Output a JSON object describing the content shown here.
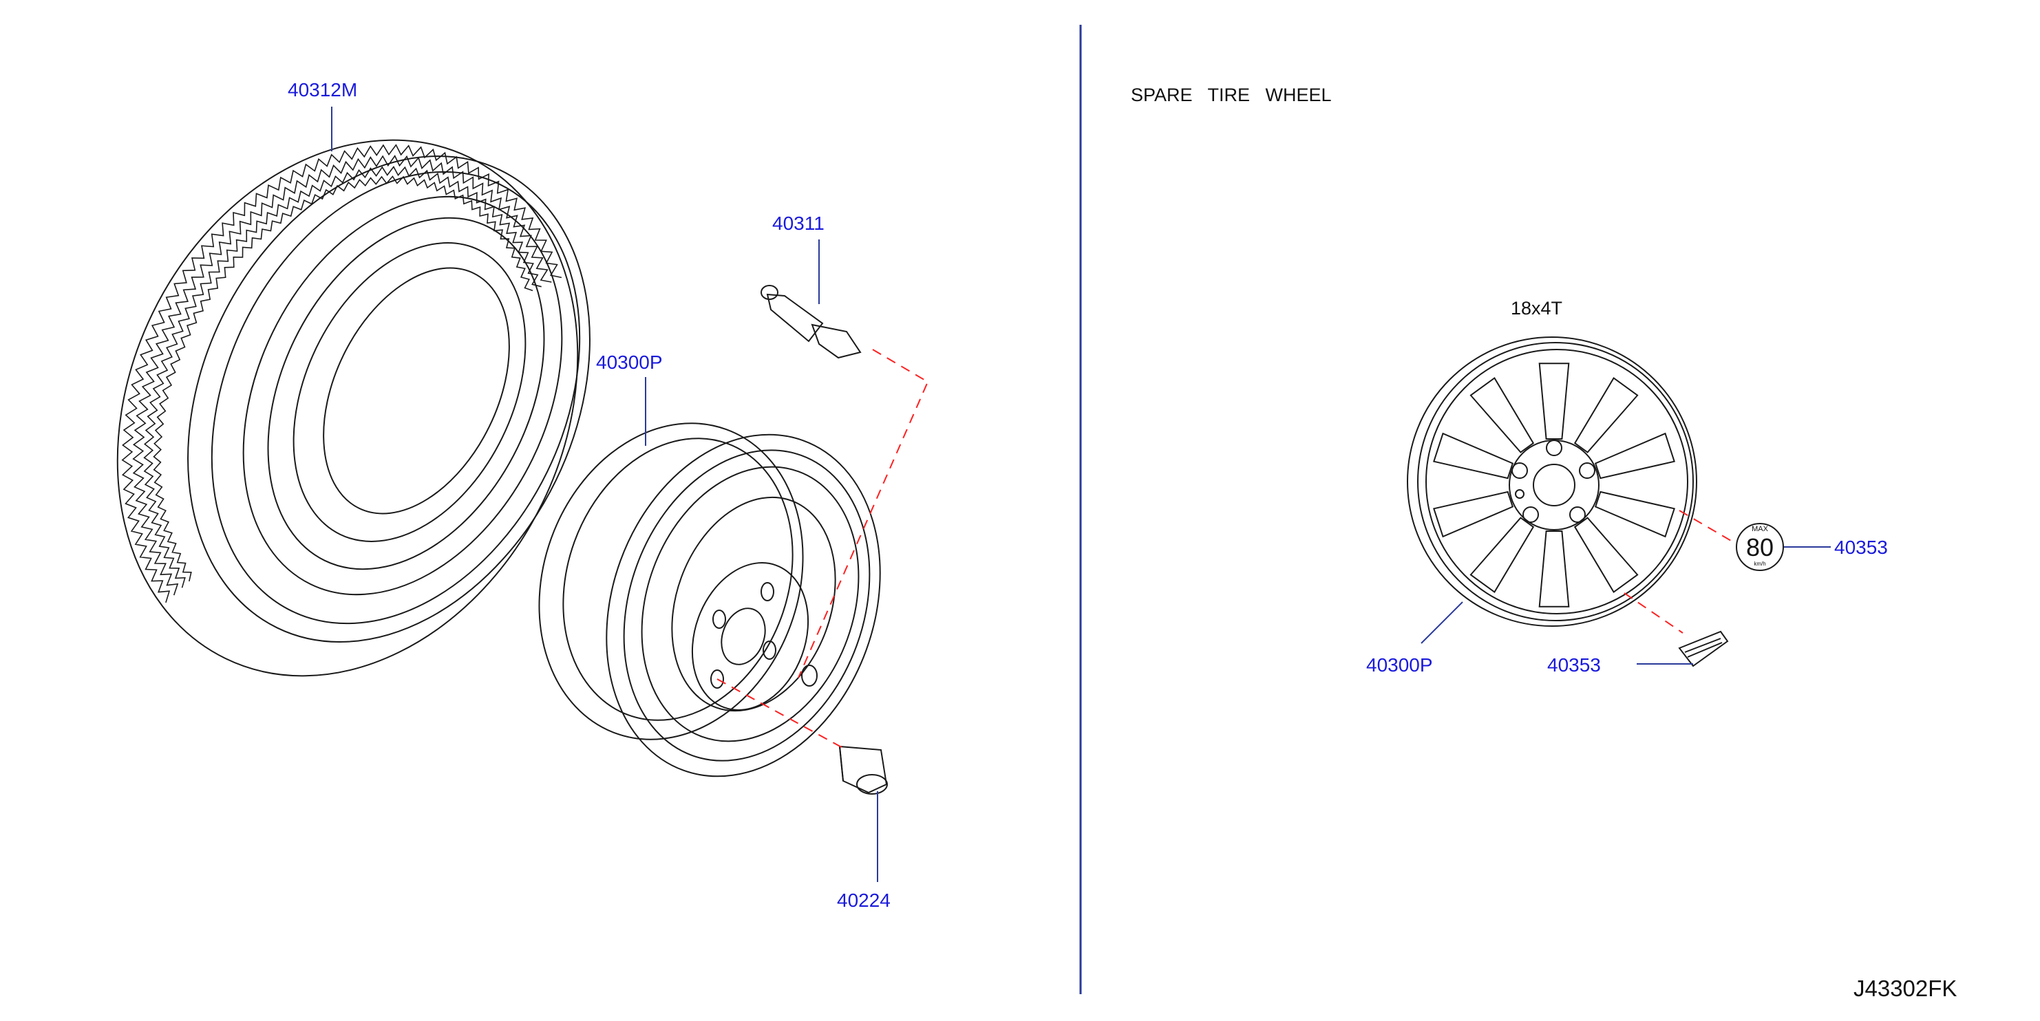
{
  "section_title": "SPARE   TIRE   WHEEL",
  "wheel_size": "18x4T",
  "drawing_id": "J43302FK",
  "label_badge": {
    "top": "MAX",
    "value": "80",
    "unit": "km/h"
  },
  "callouts": {
    "tire": "40312M",
    "valve": "40311",
    "steel_wheel": "40300P",
    "nut": "40224",
    "alloy_wheel": "40300P",
    "label_round": "40353",
    "label_strip": "40353"
  },
  "colors": {
    "callout": "#1a1adc",
    "leader": "#2a3a9a",
    "guide": "#ff2020",
    "divider": "#2a3a9a"
  }
}
